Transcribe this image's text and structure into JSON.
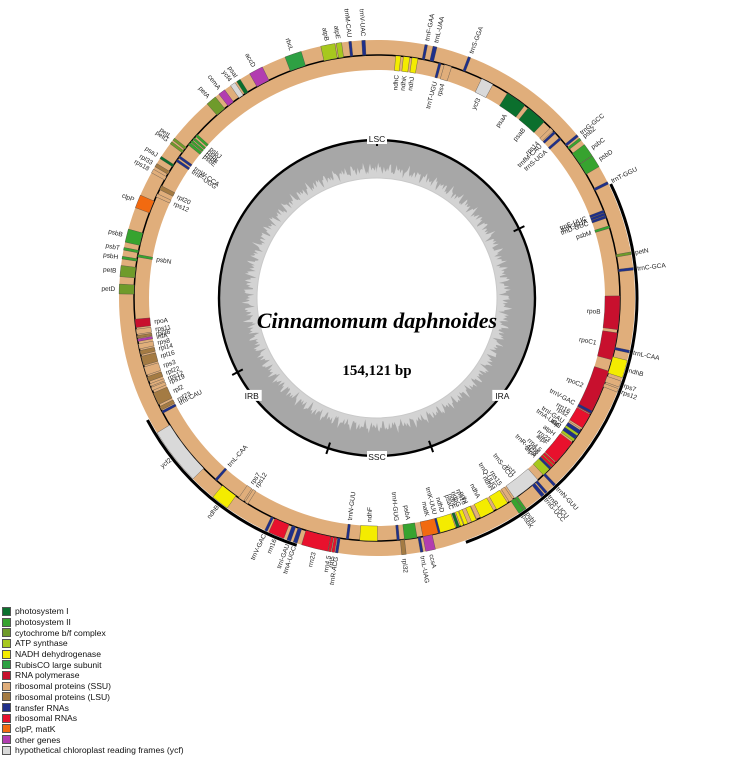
{
  "map": {
    "species": "Cinnamomum daphnoides",
    "length": "154,121 bp",
    "regions": [
      "LSC",
      "IRA",
      "SSC",
      "IRB"
    ]
  },
  "category_colors": {
    "psI": "#0b6f2d",
    "psII": "#37a32f",
    "cyt": "#6f9b2b",
    "atp": "#a7c81e",
    "ndh": "#f4ec00",
    "rubisco": "#2ea043",
    "rnapol": "#c8102e",
    "ssu": "#e0ae7b",
    "lsu": "#a47b43",
    "trna": "#1f2f8a",
    "rrna": "#e8112d",
    "clp": "#f26a10",
    "other": "#b23cb0",
    "ycf": "#d9d9d9"
  },
  "legend": [
    {
      "label": "photosystem I",
      "color": "#0b6f2d"
    },
    {
      "label": "photosystem II",
      "color": "#37a32f"
    },
    {
      "label": "cytochrome b/f complex",
      "color": "#6f9b2b"
    },
    {
      "label": "ATP synthase",
      "color": "#a7c81e"
    },
    {
      "label": "NADH dehydrogenase",
      "color": "#f4ec00"
    },
    {
      "label": "RubisCO large subunit",
      "color": "#2ea043"
    },
    {
      "label": "RNA polymerase",
      "color": "#c8102e"
    },
    {
      "label": "ribosomal proteins (SSU)",
      "color": "#e0ae7b"
    },
    {
      "label": "ribosomal proteins (LSU)",
      "color": "#a47b43"
    },
    {
      "label": "transfer RNAs",
      "color": "#1f2f8a"
    },
    {
      "label": "ribosomal RNAs",
      "color": "#e8112d"
    },
    {
      "label": "clpP, matK",
      "color": "#f26a10"
    },
    {
      "label": "other genes",
      "color": "#b23cb0"
    },
    {
      "label": "hypothetical chloroplast reading frames (ycf)",
      "color": "#d9d9d9"
    }
  ],
  "genes": [
    {
      "name": "trnH-GUG",
      "angle": 85,
      "width": 0.6,
      "outside": false,
      "cat": "trna"
    },
    {
      "name": "psbA",
      "angle": 82,
      "width": 3.0,
      "outside": false,
      "cat": "psII"
    },
    {
      "name": "matK",
      "angle": 77,
      "width": 4.2,
      "outside": false,
      "cat": "clp"
    },
    {
      "name": "trnK-UUU",
      "angle": 75,
      "width": 0.8,
      "outside": false,
      "cat": "trna"
    },
    {
      "name": "rps16",
      "angle": 67,
      "width": 2.5,
      "outside": false,
      "cat": "ssu"
    },
    {
      "name": "trnQ-UUG",
      "angle": 58,
      "width": 0.7,
      "outside": false,
      "cat": "trna"
    },
    {
      "name": "psbK",
      "angle": 56,
      "width": 1.2,
      "outside": true,
      "cat": "psII"
    },
    {
      "name": "psbI",
      "angle": 55,
      "width": 0.6,
      "outside": true,
      "cat": "psII"
    },
    {
      "name": "trnS-GCU",
      "angle": 53,
      "width": 0.7,
      "outside": false,
      "cat": "trna"
    },
    {
      "name": "trnG-UCC",
      "angle": 50,
      "width": 0.8,
      "outside": true,
      "cat": "trna"
    },
    {
      "name": "trnR-UCU",
      "angle": 49,
      "width": 0.6,
      "outside": true,
      "cat": "trna"
    },
    {
      "name": "atpA",
      "angle": 45,
      "width": 3.5,
      "outside": false,
      "cat": "atp"
    },
    {
      "name": "atpF",
      "angle": 40.5,
      "width": 3.0,
      "outside": false,
      "cat": "atp"
    },
    {
      "name": "atpH",
      "angle": 37.5,
      "width": 1.2,
      "outside": false,
      "cat": "atp"
    },
    {
      "name": "atpI",
      "angle": 35,
      "width": 2.2,
      "outside": false,
      "cat": "atp"
    },
    {
      "name": "rps2",
      "angle": 31.5,
      "width": 2.4,
      "outside": false,
      "cat": "ssu"
    },
    {
      "name": "rpoC2",
      "angle": 23,
      "width": 11.0,
      "outside": false,
      "cat": "rnapol"
    },
    {
      "name": "rpoC1",
      "angle": 11.5,
      "width": 6.5,
      "outside": false,
      "cat": "rnapol"
    },
    {
      "name": "rpoB",
      "angle": 3.5,
      "width": 8.0,
      "outside": false,
      "cat": "rnapol"
    },
    {
      "name": "trnC-GCA",
      "angle": -6.5,
      "width": 0.6,
      "outside": true,
      "cat": "trna"
    },
    {
      "name": "petN",
      "angle": -10,
      "width": 0.6,
      "outside": true,
      "cat": "cyt"
    },
    {
      "name": "psbM",
      "angle": -17,
      "width": 0.6,
      "outside": false,
      "cat": "psII"
    },
    {
      "name": "trnD-GUC",
      "angle": -19.5,
      "width": 0.6,
      "outside": false,
      "cat": "trna"
    },
    {
      "name": "trnY-GUA",
      "angle": -20.2,
      "width": 0.6,
      "outside": false,
      "cat": "trna"
    },
    {
      "name": "trnE-UUC",
      "angle": -20.9,
      "width": 0.6,
      "outside": false,
      "cat": "trna"
    },
    {
      "name": "trnT-GGU",
      "angle": -26.5,
      "width": 0.6,
      "outside": true,
      "cat": "trna"
    },
    {
      "name": "psbD",
      "angle": -32,
      "width": 2.8,
      "outside": true,
      "cat": "psII"
    },
    {
      "name": "psbC",
      "angle": -35,
      "width": 3.0,
      "outside": true,
      "cat": "psII"
    },
    {
      "name": "psbZ",
      "angle": -38,
      "width": 0.6,
      "outside": true,
      "cat": "psII"
    },
    {
      "name": "trnG-GCC",
      "angle": -39,
      "width": 0.6,
      "outside": true,
      "cat": "trna"
    },
    {
      "name": "trnS-UGA",
      "angle": -41,
      "width": 0.6,
      "outside": false,
      "cat": "trna"
    },
    {
      "name": "trnfM-CAU",
      "angle": -43,
      "width": 0.6,
      "outside": false,
      "cat": "trna"
    },
    {
      "name": "rps14",
      "angle": -44,
      "width": 0.9,
      "outside": false,
      "cat": "ssu"
    },
    {
      "name": "psaB",
      "angle": -49,
      "width": 5.0,
      "outside": false,
      "cat": "psI"
    },
    {
      "name": "psaA",
      "angle": -55,
      "width": 5.0,
      "outside": false,
      "cat": "psI"
    },
    {
      "name": "ycf3",
      "angle": -63,
      "width": 3.0,
      "outside": false,
      "cat": "ycf"
    },
    {
      "name": "trnS-GGA",
      "angle": -69,
      "width": 0.6,
      "outside": true,
      "cat": "trna"
    },
    {
      "name": "rps4",
      "angle": -73,
      "width": 1.8,
      "outside": false,
      "cat": "ssu"
    },
    {
      "name": "trnT-UGU",
      "angle": -75,
      "width": 0.6,
      "outside": false,
      "cat": "trna"
    },
    {
      "name": "trnL-UAA",
      "angle": -77,
      "width": 0.9,
      "outside": true,
      "cat": "trna"
    },
    {
      "name": "trnF-GAA",
      "angle": -79,
      "width": 0.6,
      "outside": true,
      "cat": "trna"
    },
    {
      "name": "ndhJ",
      "angle": -81,
      "width": 1.4,
      "outside": false,
      "cat": "ndh"
    },
    {
      "name": "ndhK",
      "angle": -83,
      "width": 1.5,
      "outside": false,
      "cat": "ndh"
    },
    {
      "name": "ndhC",
      "angle": -85,
      "width": 1.2,
      "outside": false,
      "cat": "ndh"
    },
    {
      "name": "trnV-UAC",
      "angle": -93,
      "width": 0.8,
      "outside": true,
      "cat": "trna"
    },
    {
      "name": "trnM-CAU",
      "angle": -96,
      "width": 0.6,
      "outside": true,
      "cat": "trna"
    },
    {
      "name": "atpE",
      "angle": -98.5,
      "width": 1.2,
      "outside": true,
      "cat": "atp"
    },
    {
      "name": "atpB",
      "angle": -101,
      "width": 3.2,
      "outside": true,
      "cat": "atp"
    },
    {
      "name": "rbcL",
      "angle": -109,
      "width": 3.8,
      "outside": true,
      "cat": "rubisco"
    },
    {
      "name": "accD",
      "angle": -118,
      "width": 3.2,
      "outside": true,
      "cat": "other"
    },
    {
      "name": "psaI",
      "angle": -122.5,
      "width": 0.9,
      "outside": true,
      "cat": "psI"
    },
    {
      "name": "ycf4",
      "angle": -124,
      "width": 1.2,
      "outside": true,
      "cat": "ycf"
    },
    {
      "name": "cemA",
      "angle": -127,
      "width": 1.6,
      "outside": true,
      "cat": "other"
    },
    {
      "name": "petA",
      "angle": -130,
      "width": 2.4,
      "outside": true,
      "cat": "cyt"
    },
    {
      "name": "psbJ",
      "angle": -138,
      "width": 0.6,
      "outside": false,
      "cat": "psII"
    },
    {
      "name": "psbL",
      "angle": -139,
      "width": 0.5,
      "outside": false,
      "cat": "psII"
    },
    {
      "name": "psbF",
      "angle": -139.8,
      "width": 0.5,
      "outside": false,
      "cat": "psII"
    },
    {
      "name": "psbE",
      "angle": -140.6,
      "width": 0.7,
      "outside": false,
      "cat": "psII"
    },
    {
      "name": "petL",
      "angle": -142,
      "width": 0.6,
      "outside": true,
      "cat": "cyt"
    },
    {
      "name": "petG",
      "angle": -143,
      "width": 0.6,
      "outside": true,
      "cat": "cyt"
    },
    {
      "name": "trnW-CCA",
      "angle": -144.5,
      "width": 0.6,
      "outside": false,
      "cat": "trna"
    },
    {
      "name": "trnP-UGG",
      "angle": -145.5,
      "width": 0.6,
      "outside": false,
      "cat": "trna"
    },
    {
      "name": "psaJ",
      "angle": -147,
      "width": 0.6,
      "outside": true,
      "cat": "psI"
    },
    {
      "name": "rpl33",
      "angle": -149,
      "width": 0.8,
      "outside": true,
      "cat": "lsu"
    },
    {
      "name": "rps18",
      "angle": -150.5,
      "width": 0.9,
      "outside": true,
      "cat": "ssu"
    },
    {
      "name": "rpl20",
      "angle": -153,
      "width": 1.0,
      "outside": false,
      "cat": "lsu"
    },
    {
      "name": "rps12",
      "angle": -155,
      "width": 0.8,
      "outside": false,
      "cat": "ssu"
    },
    {
      "name": "clpP",
      "angle": -158,
      "width": 3.0,
      "outside": true,
      "cat": "clp"
    },
    {
      "name": "psbB",
      "angle": -166,
      "width": 3.0,
      "outside": true,
      "cat": "psII"
    },
    {
      "name": "psbT",
      "angle": -169,
      "width": 0.6,
      "outside": true,
      "cat": "psII"
    },
    {
      "name": "psbN",
      "angle": -170,
      "width": 0.6,
      "outside": false,
      "cat": "psII"
    },
    {
      "name": "psbH",
      "angle": -171,
      "width": 0.6,
      "outside": true,
      "cat": "psII"
    },
    {
      "name": "petB",
      "angle": -174,
      "width": 2.5,
      "outside": true,
      "cat": "cyt"
    },
    {
      "name": "petD",
      "angle": -178,
      "width": 2.2,
      "outside": true,
      "cat": "cyt"
    },
    {
      "name": "rpoA",
      "angle": 174,
      "width": 2.0,
      "outside": false,
      "cat": "rnapol"
    },
    {
      "name": "rps11",
      "angle": 172,
      "width": 1.2,
      "outside": false,
      "cat": "ssu"
    },
    {
      "name": "rpl36",
      "angle": 170.8,
      "width": 0.6,
      "outside": false,
      "cat": "lsu"
    },
    {
      "name": "infA",
      "angle": 170,
      "width": 0.6,
      "outside": false,
      "cat": "other"
    },
    {
      "name": "rps8",
      "angle": 168.5,
      "width": 1.2,
      "outside": false,
      "cat": "ssu"
    },
    {
      "name": "rpl14",
      "angle": 167,
      "width": 1.0,
      "outside": false,
      "cat": "lsu"
    },
    {
      "name": "rpl16",
      "angle": 165,
      "width": 2.2,
      "outside": false,
      "cat": "lsu"
    },
    {
      "name": "rps3",
      "angle": 162.5,
      "width": 2.0,
      "outside": false,
      "cat": "ssu"
    },
    {
      "name": "rpl22",
      "angle": 160.5,
      "width": 1.2,
      "outside": false,
      "cat": "lsu"
    },
    {
      "name": "rps12",
      "angle": 159,
      "width": 0.6,
      "outside": false,
      "cat": "ssu"
    },
    {
      "name": "rps19",
      "angle": 158,
      "width": 0.8,
      "outside": false,
      "cat": "ssu"
    },
    {
      "name": "rpl2",
      "angle": 155.5,
      "width": 3.0,
      "outside": false,
      "cat": "lsu"
    },
    {
      "name": "rpl23",
      "angle": 153,
      "width": 0.9,
      "outside": false,
      "cat": "lsu"
    },
    {
      "name": "trnI-CAU",
      "angle": 152,
      "width": 0.6,
      "outside": false,
      "cat": "trna"
    },
    {
      "name": "ycf2",
      "angle": 142,
      "width": 13.0,
      "outside": true,
      "cat": "ycf"
    },
    {
      "name": "trnL-CAA",
      "angle": 131.5,
      "width": 0.6,
      "outside": false,
      "cat": "trna"
    },
    {
      "name": "ndhB",
      "angle": 127.5,
      "width": 4.0,
      "outside": true,
      "cat": "ndh"
    },
    {
      "name": "rps7",
      "angle": 124,
      "width": 1.4,
      "outside": false,
      "cat": "ssu"
    },
    {
      "name": "rps12",
      "angle": 122.5,
      "width": 0.8,
      "outside": false,
      "cat": "ssu"
    },
    {
      "name": "trnV-GAC",
      "angle": 115.5,
      "width": 0.6,
      "outside": true,
      "cat": "trna"
    },
    {
      "name": "rrn16",
      "angle": 113,
      "width": 3.6,
      "outside": true,
      "cat": "rrna"
    },
    {
      "name": "trnI-GAU",
      "angle": 110,
      "width": 0.9,
      "outside": true,
      "cat": "trna"
    },
    {
      "name": "trnA-UGC",
      "angle": 108.5,
      "width": 0.9,
      "outside": true,
      "cat": "trna"
    },
    {
      "name": "rrn23",
      "angle": 104,
      "width": 6.0,
      "outside": true,
      "cat": "rrna"
    },
    {
      "name": "rrn4.5",
      "angle": 100.6,
      "width": 0.6,
      "outside": true,
      "cat": "rrna"
    },
    {
      "name": "rrn5",
      "angle": 99.8,
      "width": 0.6,
      "outside": true,
      "cat": "rrna"
    },
    {
      "name": "trnR-ACG",
      "angle": 99,
      "width": 0.6,
      "outside": true,
      "cat": "trna"
    },
    {
      "name": "trnN-GUU",
      "angle": 97,
      "width": 0.6,
      "outside": false,
      "cat": "trna"
    },
    {
      "name": "ndhF",
      "angle": 92,
      "width": 4.2,
      "outside": false,
      "cat": "ndh"
    },
    {
      "name": "rpl32",
      "angle": 84,
      "width": 1.0,
      "outside": true,
      "cat": "lsu"
    },
    {
      "name": "trnL-UAG",
      "angle": 80,
      "width": 0.6,
      "outside": true,
      "cat": "trna"
    },
    {
      "name": "ccsA",
      "angle": 78,
      "width": 2.2,
      "outside": true,
      "cat": "other"
    },
    {
      "name": "ndhD",
      "angle": 73,
      "width": 3.8,
      "outside": false,
      "cat": "ndh"
    },
    {
      "name": "psaC",
      "angle": 70.5,
      "width": 0.7,
      "outside": false,
      "cat": "psI"
    },
    {
      "name": "ndhE",
      "angle": 69.5,
      "width": 0.7,
      "outside": false,
      "cat": "ndh"
    },
    {
      "name": "ndhG",
      "angle": 68.5,
      "width": 0.9,
      "outside": false,
      "cat": "ndh"
    },
    {
      "name": "ndhI",
      "angle": 66.5,
      "width": 1.2,
      "outside": false,
      "cat": "ndh"
    },
    {
      "name": "ndhA",
      "angle": 63,
      "width": 3.5,
      "outside": false,
      "cat": "ndh"
    },
    {
      "name": "ndhH",
      "angle": 59,
      "width": 3.0,
      "outside": false,
      "cat": "ndh"
    },
    {
      "name": "rps15",
      "angle": 56.5,
      "width": 1.0,
      "outside": false,
      "cat": "ssu"
    },
    {
      "name": "ycf1",
      "angle": 52,
      "width": 7.0,
      "outside": false,
      "cat": "ycf"
    },
    {
      "name": "trnN-GUU",
      "angle": 46.5,
      "width": 0.6,
      "outside": true,
      "cat": "trna"
    },
    {
      "name": "trnR-ACG",
      "angle": 44.5,
      "width": 0.6,
      "outside": false,
      "cat": "trna"
    },
    {
      "name": "rrn5",
      "angle": 43.8,
      "width": 0.6,
      "outside": false,
      "cat": "rrna"
    },
    {
      "name": "rrn4.5",
      "angle": 43,
      "width": 0.6,
      "outside": false,
      "cat": "rrna"
    },
    {
      "name": "rrn23",
      "angle": 39.5,
      "width": 6.0,
      "outside": false,
      "cat": "rrna"
    },
    {
      "name": "trnA-UGC",
      "angle": 35,
      "width": 0.9,
      "outside": false,
      "cat": "trna"
    },
    {
      "name": "trnI-GAU",
      "angle": 33.5,
      "width": 0.9,
      "outside": false,
      "cat": "trna"
    },
    {
      "name": "rrn16",
      "angle": 30.5,
      "width": 3.6,
      "outside": false,
      "cat": "rrna"
    },
    {
      "name": "trnV-GAC",
      "angle": 28,
      "width": 0.6,
      "outside": false,
      "cat": "trna"
    },
    {
      "name": "rps12",
      "angle": 21,
      "width": 0.8,
      "outside": true,
      "cat": "ssu"
    },
    {
      "name": "rps7",
      "angle": 19.5,
      "width": 1.4,
      "outside": true,
      "cat": "ssu"
    },
    {
      "name": "ndhB",
      "angle": 16,
      "width": 4.0,
      "outside": true,
      "cat": "ndh"
    },
    {
      "name": "trnL-CAA",
      "angle": 12,
      "width": 0.6,
      "outside": true,
      "cat": "trna"
    }
  ]
}
